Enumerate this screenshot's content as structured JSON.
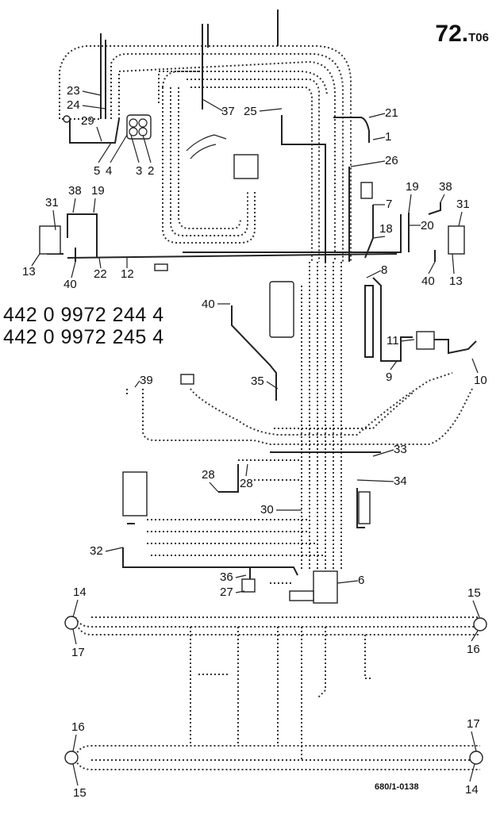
{
  "sheet": {
    "number": "72.",
    "suffix": "T06",
    "reference": "680/1-0138"
  },
  "part_numbers": [
    "442 0 9972 244 4",
    "442 0 9972 245 4"
  ],
  "callouts": [
    {
      "n": "23"
    },
    {
      "n": "24"
    },
    {
      "n": "29"
    },
    {
      "n": "5"
    },
    {
      "n": "4"
    },
    {
      "n": "3"
    },
    {
      "n": "2"
    },
    {
      "n": "37"
    },
    {
      "n": "25"
    },
    {
      "n": "21"
    },
    {
      "n": "1"
    },
    {
      "n": "26"
    },
    {
      "n": "31"
    },
    {
      "n": "38"
    },
    {
      "n": "19"
    },
    {
      "n": "13"
    },
    {
      "n": "40"
    },
    {
      "n": "22"
    },
    {
      "n": "12"
    },
    {
      "n": "7"
    },
    {
      "n": "19"
    },
    {
      "n": "38"
    },
    {
      "n": "31"
    },
    {
      "n": "20"
    },
    {
      "n": "18"
    },
    {
      "n": "40"
    },
    {
      "n": "13"
    },
    {
      "n": "8"
    },
    {
      "n": "40"
    },
    {
      "n": "11"
    },
    {
      "n": "9"
    },
    {
      "n": "10"
    },
    {
      "n": "39"
    },
    {
      "n": "35"
    },
    {
      "n": "33"
    },
    {
      "n": "28"
    },
    {
      "n": "28"
    },
    {
      "n": "34"
    },
    {
      "n": "30"
    },
    {
      "n": "32"
    },
    {
      "n": "36"
    },
    {
      "n": "27"
    },
    {
      "n": "6"
    },
    {
      "n": "14"
    },
    {
      "n": "17"
    },
    {
      "n": "15"
    },
    {
      "n": "16"
    },
    {
      "n": "16"
    },
    {
      "n": "15"
    },
    {
      "n": "17"
    },
    {
      "n": "14"
    }
  ]
}
